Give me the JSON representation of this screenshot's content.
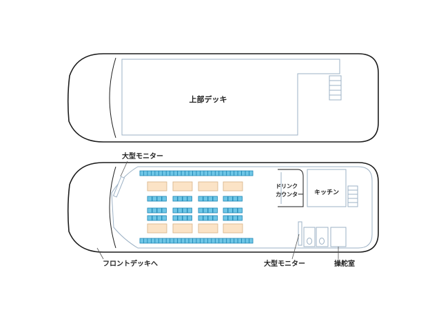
{
  "upper_deck": {
    "label": "上部デッキ"
  },
  "lower_deck": {
    "monitor_front_label": "大型モニター",
    "front_deck_label": "フロントデッキへ",
    "drink_counter_label_line1": "ドリンク",
    "drink_counter_label_line2": "カウンター",
    "kitchen_label": "キッチン",
    "monitor_rear_label": "大型モニター",
    "wheelhouse_label": "操舵室"
  },
  "seating": {
    "top_bench_chairs": 30,
    "bottom_bench_chairs": 30,
    "table_rows": 2,
    "tables_per_row": 4,
    "chair_groups_per_row": 4,
    "chair_rows": 3,
    "chairs_per_group": 4
  },
  "colors": {
    "hull_stroke": "#1a1a1a",
    "inner_stroke": "#9bb0c4",
    "chair_fill": "#6ec6e6",
    "chair_stroke": "#1f86b5",
    "table_fill": "#fbe3c6",
    "table_stroke": "#d8b184"
  }
}
